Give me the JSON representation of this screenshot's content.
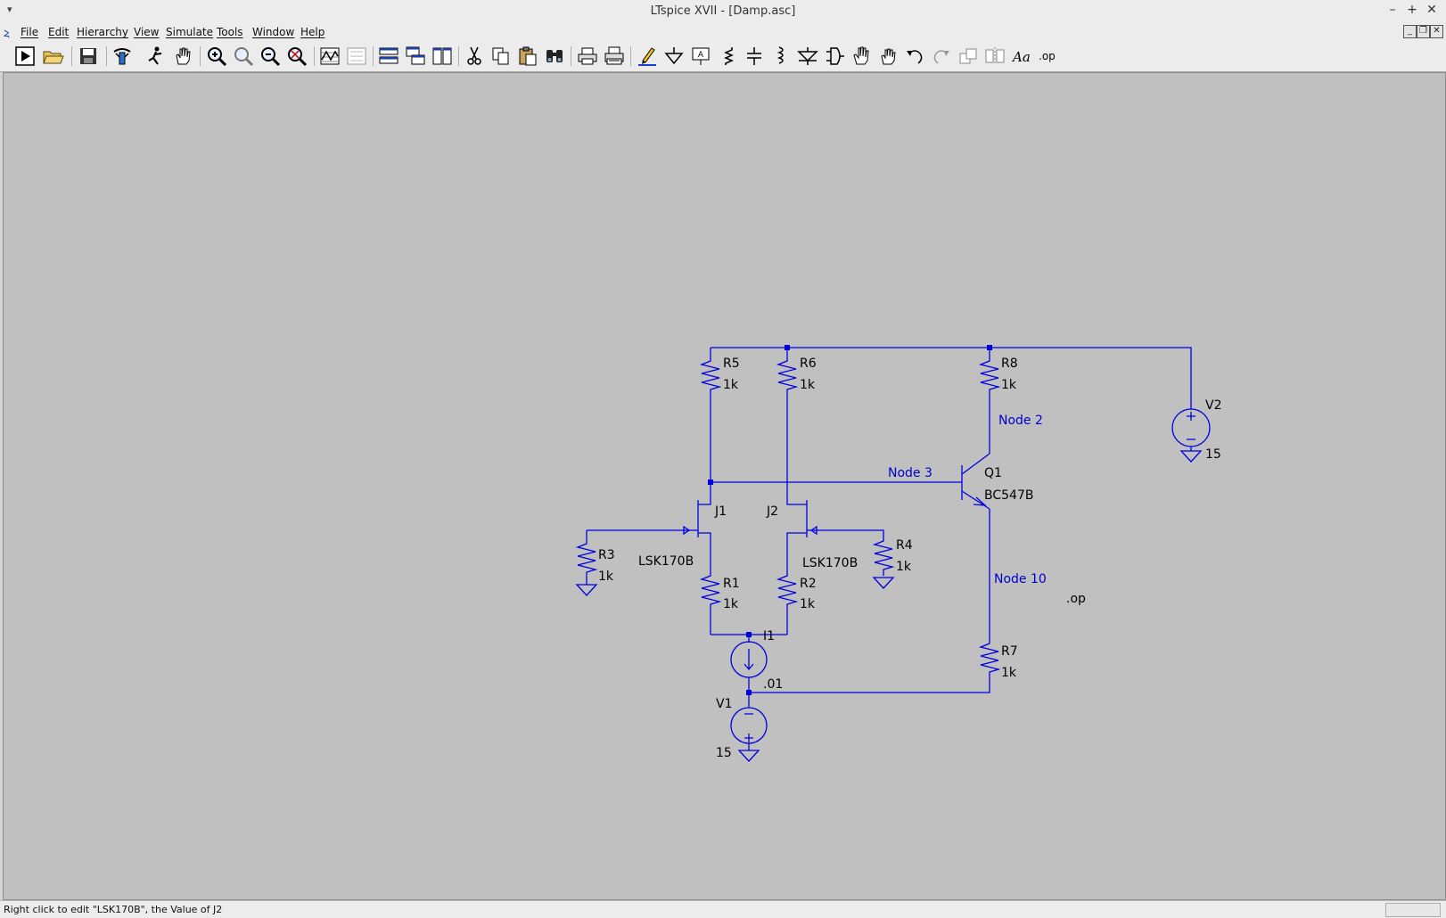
{
  "window": {
    "title": "LTspice XVII - [Damp.asc]",
    "sysmenu": "▾",
    "minimize": "–",
    "maximize": "+",
    "close": "✕"
  },
  "menu": {
    "items": [
      "File",
      "Edit",
      "Hierarchy",
      "View",
      "Simulate",
      "Tools",
      "Window",
      "Help"
    ]
  },
  "mdi": {
    "minimize": "_",
    "restore": "❐",
    "close": "✕"
  },
  "toolbar": {
    "buttons": [
      "run-icon",
      "open-icon",
      "save-icon",
      "control-panel-icon",
      "run-probe-icon",
      "pan-icon",
      "zoom-in-icon",
      "zoom-box-icon",
      "zoom-out-icon",
      "zoom-fit-icon",
      "waveform-icon",
      "schematic-icon",
      "tile-horizontal-icon",
      "cascade-icon",
      "tile-vertical-icon",
      "cut-icon",
      "copy-icon",
      "paste-icon",
      "find-icon",
      "print-icon",
      "print-preview-icon",
      "wire-pencil-icon",
      "ground-icon",
      "label-net-icon",
      "resistor-icon",
      "capacitor-icon",
      "inductor-icon",
      "diode-icon",
      "component-icon",
      "move-hand-icon",
      "drag-hand-icon",
      "undo-icon",
      "redo-icon",
      "rotate-icon",
      "mirror-icon",
      "text-icon",
      "spice-directive-icon"
    ]
  },
  "schematic": {
    "colors": {
      "wire": "#0000e0",
      "background": "#c0c0c0",
      "label": "#0000cc",
      "text": "#000000"
    },
    "components": {
      "R5": {
        "ref": "R5",
        "value": "1k"
      },
      "R6": {
        "ref": "R6",
        "value": "1k"
      },
      "R8": {
        "ref": "R8",
        "value": "1k"
      },
      "R3": {
        "ref": "R3",
        "value": "1k"
      },
      "R4": {
        "ref": "R4",
        "value": "1k"
      },
      "R1": {
        "ref": "R1",
        "value": "1k"
      },
      "R2": {
        "ref": "R2",
        "value": "1k"
      },
      "R7": {
        "ref": "R7",
        "value": "1k"
      },
      "J1": {
        "ref": "J1",
        "value": "LSK170B"
      },
      "J2": {
        "ref": "J2",
        "value": "LSK170B"
      },
      "Q1": {
        "ref": "Q1",
        "value": "BC547B"
      },
      "V1": {
        "ref": "V1",
        "value": "15"
      },
      "V2": {
        "ref": "V2",
        "value": "15"
      },
      "I1": {
        "ref": "I1",
        "value": ".01"
      }
    },
    "net_labels": {
      "node2": "Node 2",
      "node3": "Node 3",
      "node10": "Node 10"
    },
    "directive": ".op"
  },
  "status": {
    "message": "Right click to edit \"LSK170B\", the Value of J2"
  }
}
